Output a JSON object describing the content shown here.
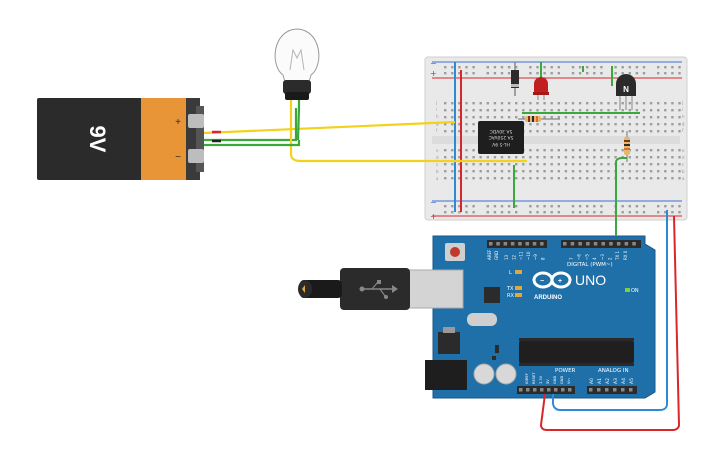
{
  "battery": {
    "voltage_label": "9V",
    "plus_symbol": "+",
    "minus_symbol": "−"
  },
  "relay": {
    "line1": "HL-5 9V",
    "line2": "5A 250VAC",
    "line3": "5A 30VDC"
  },
  "transistor": {
    "label": "N"
  },
  "arduino": {
    "logo_text": "ARDUINO",
    "model": "UNO",
    "digital_label": "DIGITAL (PWM~)",
    "power_label": "POWER",
    "analog_label": "ANALOG IN",
    "on_label": "ON",
    "led_l": "L",
    "led_tx": "TX",
    "led_rx": "RX",
    "aref": "AREF",
    "gnd": "GND",
    "digital_pins": [
      "13",
      "12",
      "~11",
      "~10",
      "~9",
      "8",
      "7",
      "~6",
      "~5",
      "4",
      "~3",
      "2",
      "TX 1",
      "RX 0"
    ],
    "power_pins": [
      "IOREF",
      "RESET",
      "3.3V",
      "5V",
      "GND",
      "GND",
      "Vin"
    ],
    "analog_pins": [
      "A0",
      "A1",
      "A2",
      "A3",
      "A4",
      "A5"
    ]
  },
  "breadboard": {
    "row_letters_top": [
      "j",
      "i",
      "h",
      "g",
      "f"
    ],
    "row_letters_bottom": [
      "e",
      "d",
      "c",
      "b",
      "a"
    ],
    "rail_plus": "+",
    "rail_minus": "−"
  },
  "colors": {
    "wire_yellow": "#f2d21c",
    "wire_green": "#3aa83a",
    "wire_red": "#d9262a",
    "wire_blue": "#2f8ad6",
    "arduino_blue": "#1f6fa8",
    "battery_orange": "#e89538",
    "battery_black": "#2b2b2b"
  },
  "icons": [
    "light-bulb-icon",
    "usb-symbol-icon",
    "arduino-infinity-logo-icon"
  ]
}
